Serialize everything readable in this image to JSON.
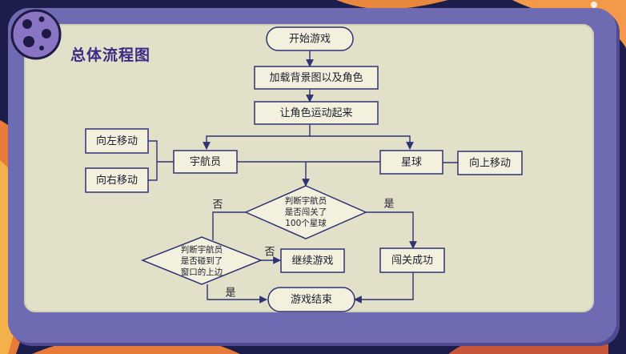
{
  "title": "总体流程图",
  "nodes": {
    "start": "开始游戏",
    "load": "加载背景图以及角色",
    "move": "让角色运动起来",
    "astronaut": "宇航员",
    "planet": "星球",
    "left": "向左移动",
    "right": "向右移动",
    "up": "向上移动",
    "check_planets": [
      "判断宇航员",
      "是否闯关了",
      "100个星球"
    ],
    "check_edge": [
      "判断宇航员",
      "是否碰到了",
      "窗口的上边"
    ],
    "continue": "继续游戏",
    "success": "闯关成功",
    "end": "游戏结束"
  },
  "edge_labels": {
    "no1": "否",
    "yes1": "是",
    "no2": "否",
    "yes2": "是"
  },
  "colors": {
    "panel": "#e2e0c8",
    "frame": "#6f6bb3",
    "title": "#3c2a86",
    "line": "#2f3273"
  }
}
